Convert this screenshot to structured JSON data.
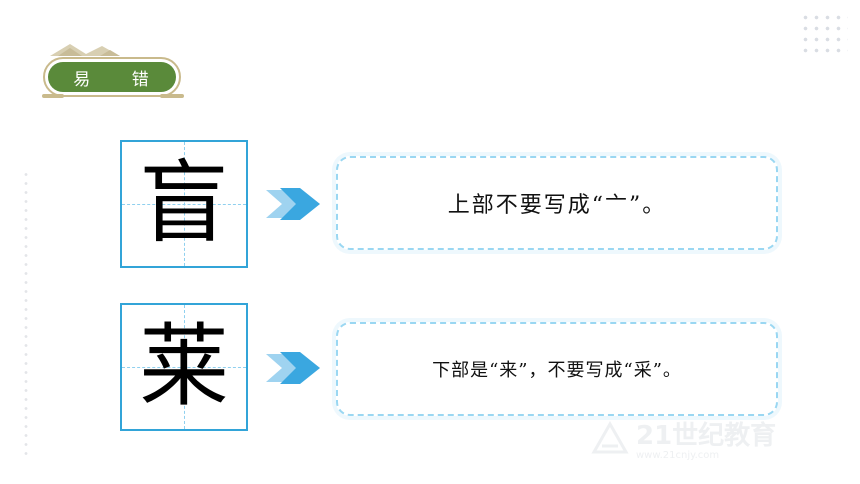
{
  "badge": {
    "label": "易 错",
    "color": "#5a8a3a"
  },
  "items": [
    {
      "char": "盲",
      "note": "上部不要写成“亠”。"
    },
    {
      "char": "莱",
      "note": "下部是“来”，不要写成“采”。"
    }
  ],
  "colors": {
    "box_border": "#32a4d8",
    "arrow": "#3aa7e0",
    "card_border": "#9ad7f2"
  },
  "watermark": {
    "icon": "21-century-logo-icon",
    "text": "21世纪教育",
    "subtext": "www.21cnjy.com"
  }
}
